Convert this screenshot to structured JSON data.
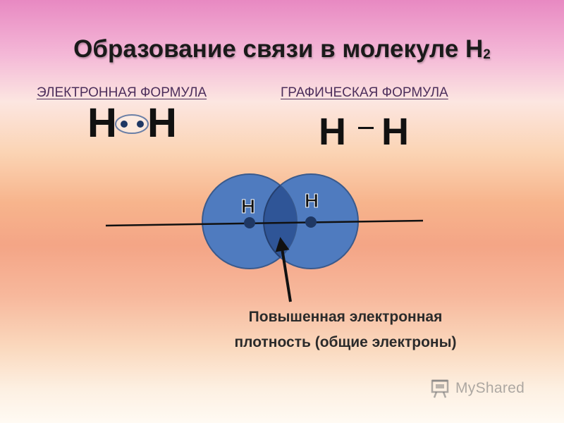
{
  "title": {
    "main": "Образование связи в молекуле H",
    "subscript": "2"
  },
  "labels": {
    "electronic": "ЭЛЕКТРОННАЯ ФОРМУЛА",
    "graphic": "ГРАФИЧЕСКАЯ ФОРМУЛА"
  },
  "electronic_formula": {
    "atom_left": "H",
    "atom_right": "H"
  },
  "graphic_formula": {
    "atom_left": "H",
    "atom_right": "H"
  },
  "diagram": {
    "atom_left_label": "H",
    "atom_right_label": "H",
    "colors": {
      "orbital_fill": "#4f7bbf",
      "orbital_stroke": "#3a5a8c",
      "overlap_fill": "#2f5597",
      "nucleus": "#1f3864"
    }
  },
  "caption": {
    "line1": "Повышенная электронная",
    "line2": "плотность (общие электроны)"
  },
  "watermark": {
    "text": "MyShared",
    "icon": "presentation-board-icon"
  }
}
